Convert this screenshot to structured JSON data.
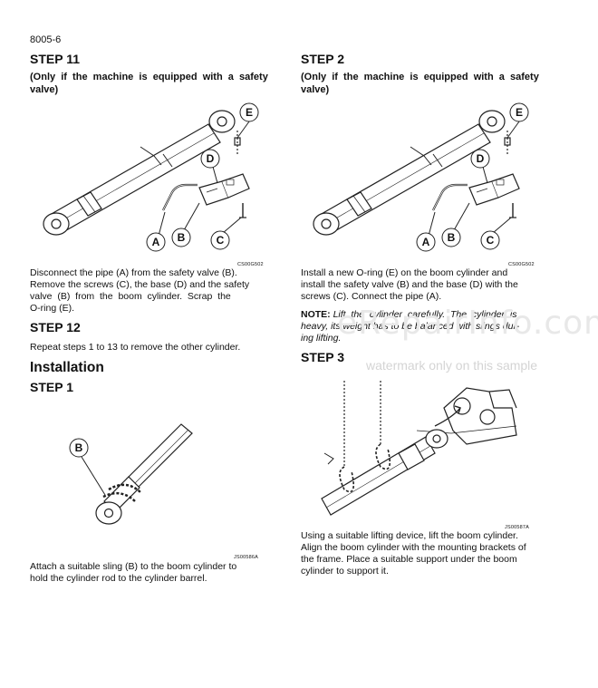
{
  "page_number": "8005-6",
  "left": {
    "step11": {
      "title": "STEP 11",
      "subtitle_l1": "(Only  if  the  machine  is  equipped  with  a  safety",
      "subtitle_l2": "valve)",
      "fig_code": "CS00G502",
      "callouts": [
        "A",
        "B",
        "C",
        "D",
        "E"
      ],
      "text_l1": "Disconnect the pipe (A) from the safety valve (B).",
      "text_l2": "Remove the screws (C), the base (D) and the safety",
      "text_l3": "valve  (B)  from  the  boom  cylinder.  Scrap  the",
      "text_l4": "O-ring (E)."
    },
    "step12": {
      "title": "STEP 12",
      "text": "Repeat steps 1 to 13 to remove the other cylinder."
    },
    "installation": "Installation",
    "step1": {
      "title": "STEP 1",
      "callout": "B",
      "fig_code": "JS00586A",
      "text_l1": "Attach a suitable sling (B) to the boom cylinder to",
      "text_l2": "hold the cylinder rod to the cylinder barrel."
    }
  },
  "right": {
    "step2": {
      "title": "STEP 2",
      "subtitle_l1": "(Only  if  the  machine  is  equipped  with  a  safety",
      "subtitle_l2": "valve)",
      "fig_code": "CS00G502",
      "callouts": [
        "A",
        "B",
        "C",
        "D",
        "E"
      ],
      "text_l1": "Install a new O-ring (E) on the boom cylinder and",
      "text_l2": "install the safety valve (B) and the base (D) with the",
      "text_l3": "screws (C). Connect the pipe (A)."
    },
    "note": {
      "label": "NOTE:",
      "text_l1": " Lift  the  cylinder  carefully.  The  cylinder  is",
      "text_l2": "heavy, its weight has to be balanced with slings dur-",
      "text_l3": "ing lifting."
    },
    "step3": {
      "title": "STEP 3",
      "fig_code": "JS00587A",
      "text_l1": "Using a suitable lifting device, lift the boom cylinder.",
      "text_l2": "Align the boom cylinder with the mounting brackets of",
      "text_l3": "the frame. Place a suitable support under the boom",
      "text_l4": "cylinder to support it."
    }
  },
  "watermark": {
    "logo": "eRepairInfo.com",
    "text": "watermark only on this sample"
  }
}
